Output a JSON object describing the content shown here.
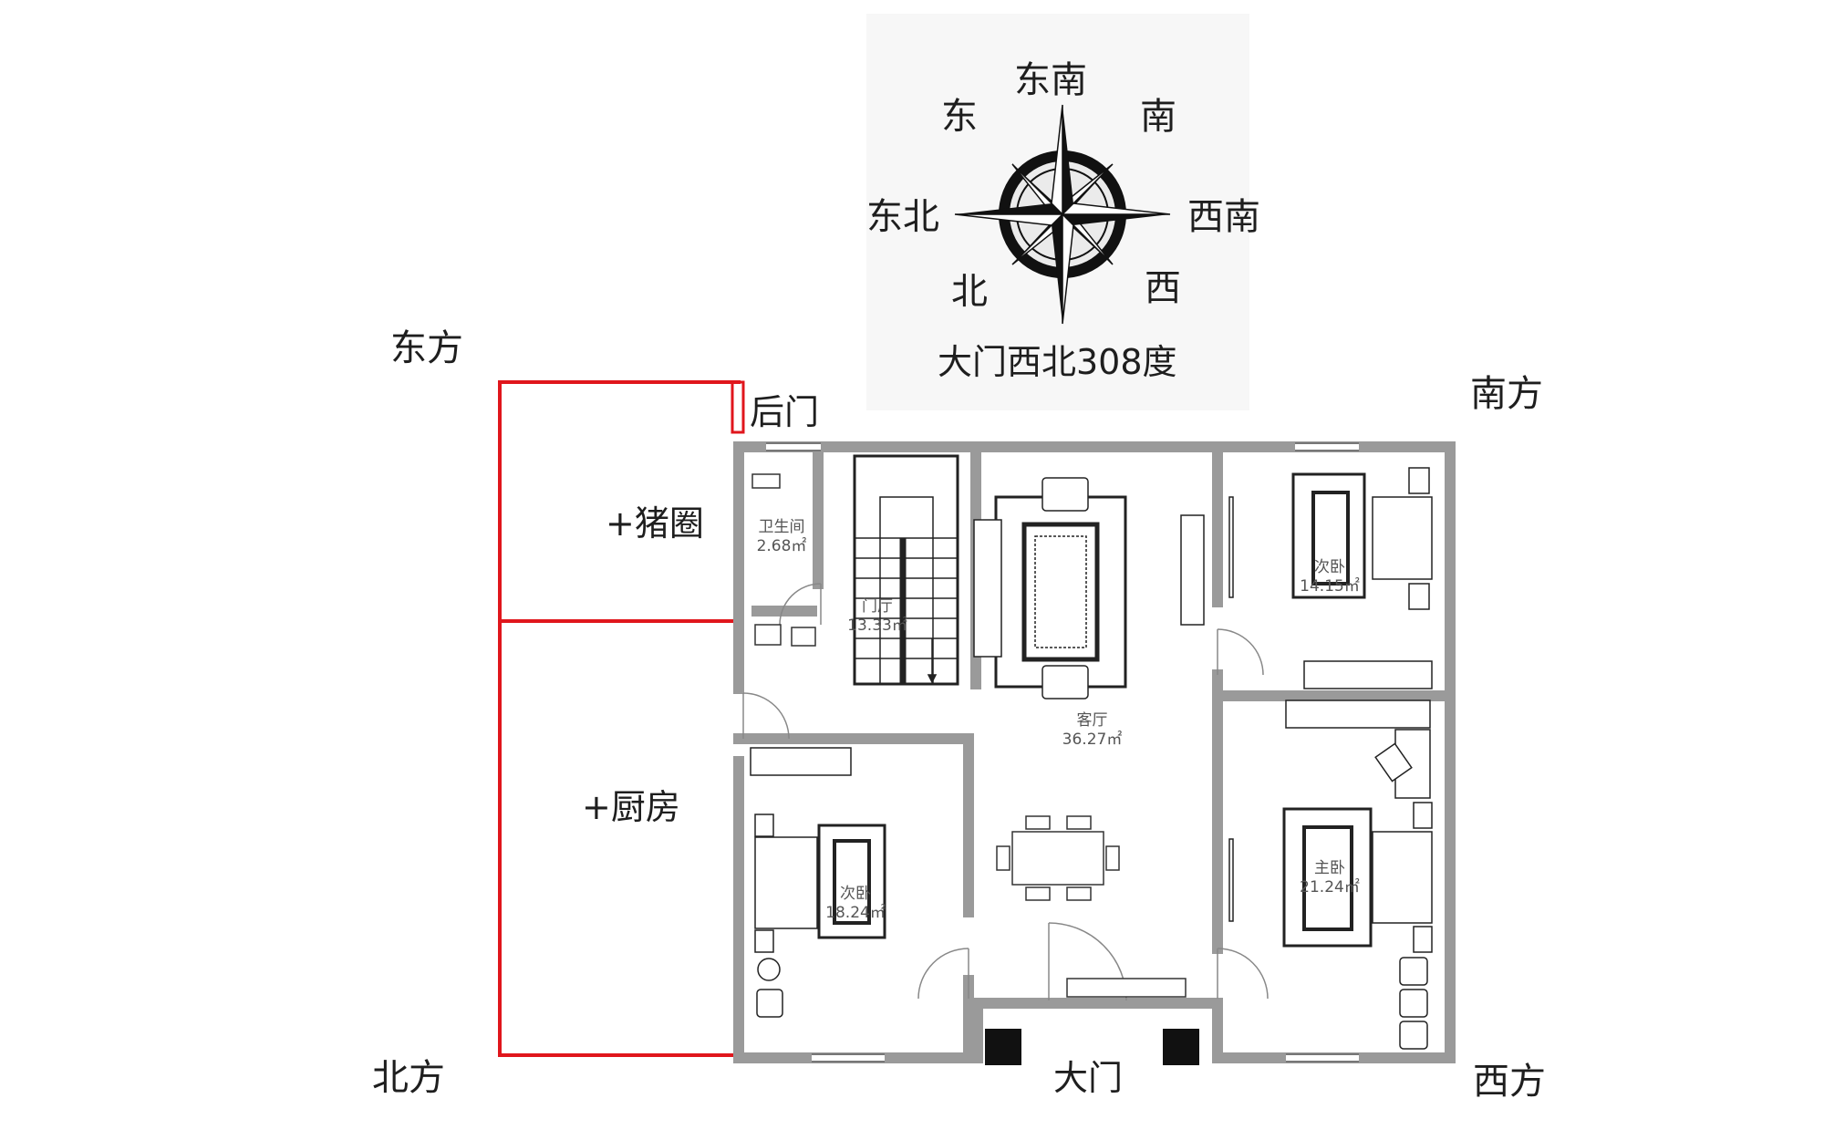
{
  "compass": {
    "se": "东南",
    "e": "东",
    "s": "南",
    "ne": "东北",
    "sw": "西南",
    "n": "北",
    "w": "西",
    "caption": "大门西北308度"
  },
  "directions": {
    "east": "东方",
    "south": "南方",
    "north": "北方",
    "west": "西方"
  },
  "annotations": {
    "back_door": "后门",
    "pigsty": "+猪圈",
    "kitchen": "+厨房",
    "main_door": "大门"
  },
  "rooms": [
    {
      "name": "卫生间",
      "area": "2.68㎡"
    },
    {
      "name": "门厅",
      "area": "13.33㎡"
    },
    {
      "name": "客厅",
      "area": "36.27㎡"
    },
    {
      "name": "次卧",
      "area": "14.15㎡"
    },
    {
      "name": "主卧",
      "area": "21.24㎡"
    },
    {
      "name": "次卧",
      "area": "18.24㎡"
    }
  ],
  "colors": {
    "wall": "#9a9a9a",
    "annotation_line": "#e0161c",
    "furniture": "#222222",
    "text": "#1e1e1e"
  }
}
